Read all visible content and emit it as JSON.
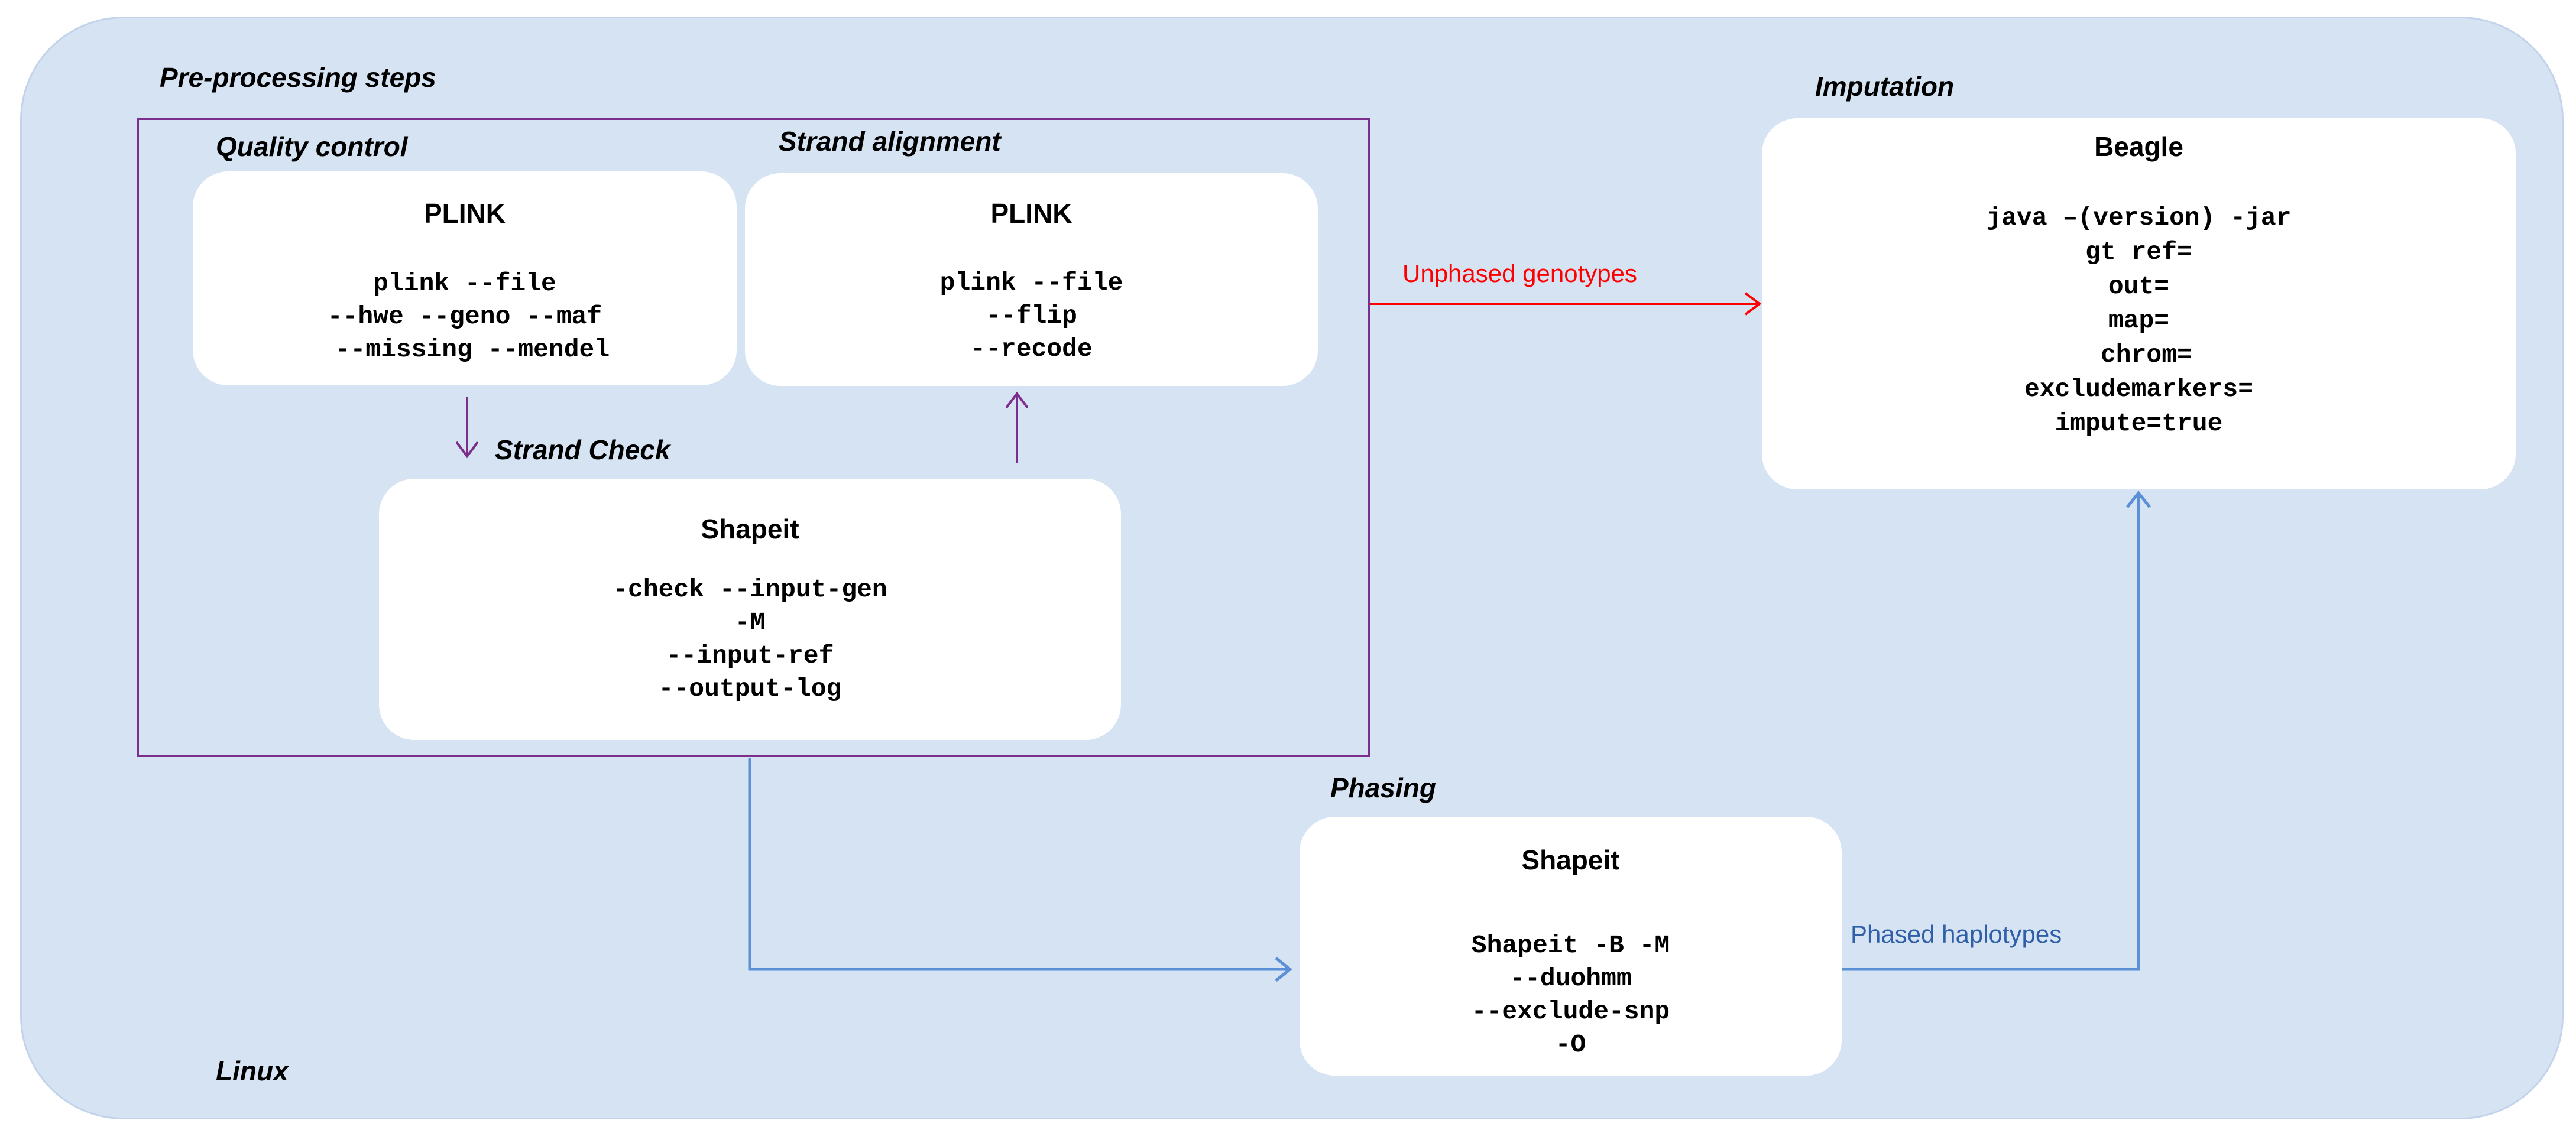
{
  "environment": {
    "label": "Linux"
  },
  "sections": {
    "preprocessing": "Pre-processing steps",
    "quality_control": "Quality control",
    "strand_alignment": "Strand alignment",
    "strand_check": "Strand Check",
    "imputation": "Imputation",
    "phasing": "Phasing"
  },
  "cards": {
    "qc_plink": {
      "title": "PLINK",
      "commands": [
        "plink --file",
        "--hwe --geno --maf",
        " --missing --mendel"
      ]
    },
    "align_plink": {
      "title": "PLINK",
      "commands": [
        "plink --file",
        "--flip",
        "--recode"
      ]
    },
    "check_shapeit": {
      "title": "Shapeit",
      "commands": [
        "-check --input-gen",
        "-M",
        "--input-ref",
        "--output-log"
      ]
    },
    "beagle": {
      "title": "Beagle",
      "commands": [
        "java –(version) -jar",
        "gt ref=",
        "out=",
        "map=",
        " chrom=",
        "excludemarkers=",
        "impute=true"
      ]
    },
    "phasing_shapeit": {
      "title": "Shapeit",
      "commands": [
        "Shapeit -B -M",
        "--duohmm",
        "--exclude-snp",
        "-O"
      ]
    }
  },
  "edges": {
    "unphased": "Unphased genotypes",
    "phased": "Phased haplotypes"
  },
  "colors": {
    "background": "#d6e3f3",
    "frame": "#7b2e8c",
    "unphased_arrow": "#ff0000",
    "phased_arrow": "#5b8fd6",
    "phased_label": "#2f5fa8"
  }
}
